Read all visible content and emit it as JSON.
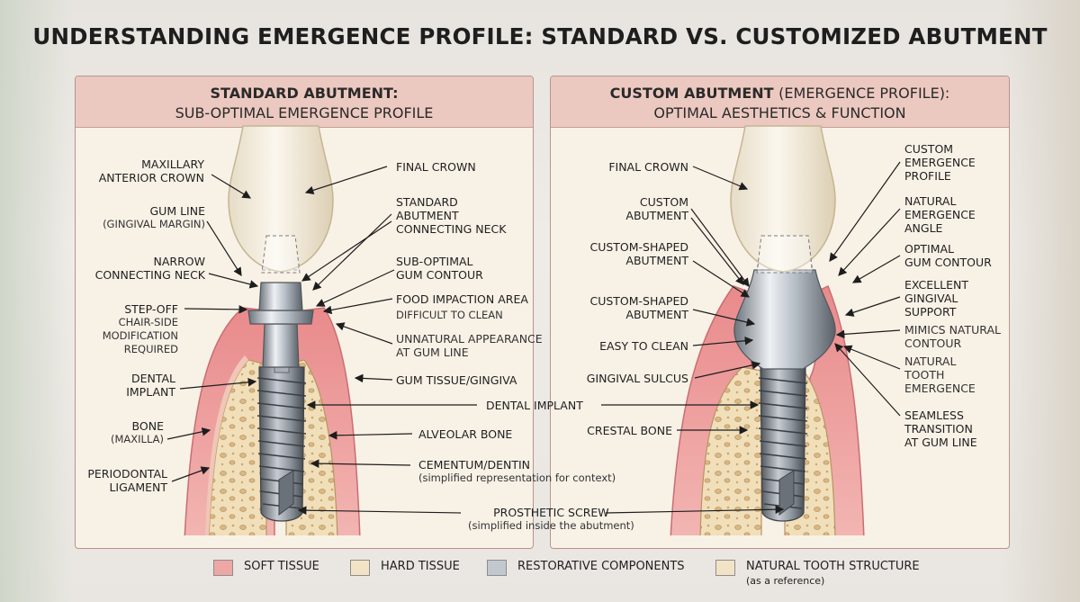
{
  "title": "UNDERSTANDING EMERGENCE PROFILE: STANDARD VS. CUSTOMIZED ABUTMENT",
  "left_panel": {
    "heading": "STANDARD ABUTMENT:",
    "subheading": "SUB-OPTIMAL EMERGENCE PROFILE",
    "labels_left": {
      "maxillary_crown": [
        "MAXILLARY",
        "ANTERIOR CROWN"
      ],
      "gum_line": "GUM LINE",
      "gum_line_sub": "(GINGIVAL MARGIN)",
      "narrow_neck": [
        "NARROW",
        "CONNECTING NECK"
      ],
      "step_off": "STEP-OFF",
      "step_off_sub": [
        "CHAIR-SIDE",
        "MODIFICATION",
        "REQUIRED"
      ],
      "dental_implant": [
        "DENTAL",
        "IMPLANT"
      ],
      "bone": "BONE",
      "bone_sub": "(MAXILLA)",
      "periodontal": [
        "PERIODONTAL",
        "LIGAMENT"
      ]
    },
    "labels_right": {
      "final_crown": "FINAL CROWN",
      "standard_neck": [
        "STANDARD",
        "ABUTMENT",
        "CONNECTING NECK"
      ],
      "suboptimal_contour": [
        "SUB-OPTIMAL",
        "GUM CONTOUR"
      ],
      "food_impaction": "FOOD IMPACTION AREA",
      "food_impaction_sub": "DIFFICULT TO CLEAN",
      "unnatural": [
        "UNNATURAL APPEARANCE",
        "AT GUM LINE"
      ],
      "gum_tissue": "GUM TISSUE/GINGIVA",
      "alveolar_bone": "ALVEOLAR BONE",
      "cementum": "CEMENTUM/DENTIN",
      "cementum_sub": "(simplified representation for context)"
    }
  },
  "right_panel": {
    "heading": "CUSTOM ABUTMENT",
    "heading_light": "(EMERGENCE PROFILE):",
    "subheading": "OPTIMAL AESTHETICS & FUNCTION",
    "labels_left": {
      "final_crown": "FINAL CROWN",
      "custom_abutment": [
        "CUSTOM",
        "ABUTMENT"
      ],
      "custom_shaped_1": [
        "CUSTOM-SHAPED",
        "ABUTMENT"
      ],
      "custom_shaped_2": [
        "CUSTOM-SHAPED",
        "ABUTMENT"
      ],
      "easy_to_clean": "EASY TO CLEAN",
      "gingival_sulcus": "GINGIVAL SULCUS",
      "crestal_bone": "CRESTAL BONE"
    },
    "labels_right": {
      "custom_emergence": [
        "CUSTOM",
        "EMERGENCE",
        "PROFILE"
      ],
      "natural_angle": [
        "NATURAL",
        "EMERGENCE",
        "ANGLE"
      ],
      "optimal_contour": [
        "OPTIMAL",
        "GUM CONTOUR"
      ],
      "excellent_support": [
        "EXCELLENT",
        "GINGIVAL",
        "SUPPORT"
      ],
      "mimics": [
        "MIMICS NATURAL",
        "CONTOUR"
      ],
      "natural_tooth": [
        "NATURAL",
        "TOOTH",
        "EMERGENCE"
      ],
      "seamless": [
        "SEAMLESS",
        "TRANSITION",
        "AT GUM LINE"
      ]
    }
  },
  "shared": {
    "dental_implant": "DENTAL IMPLANT",
    "prosthetic_screw": "PROSTHETIC SCREW",
    "prosthetic_screw_sub": "(simplified inside the abutment)"
  },
  "legend": [
    {
      "label": "SOFT TISSUE",
      "color": "#eea7a4"
    },
    {
      "label": "HARD TISSUE",
      "color": "#f3e3c6"
    },
    {
      "label": "RESTORATIVE COMPONENTS",
      "color": "#c1c8d0"
    },
    {
      "label": "NATURAL TOOTH STRUCTURE",
      "sub": "(as a reference)",
      "color": "#f3e3c6"
    }
  ]
}
